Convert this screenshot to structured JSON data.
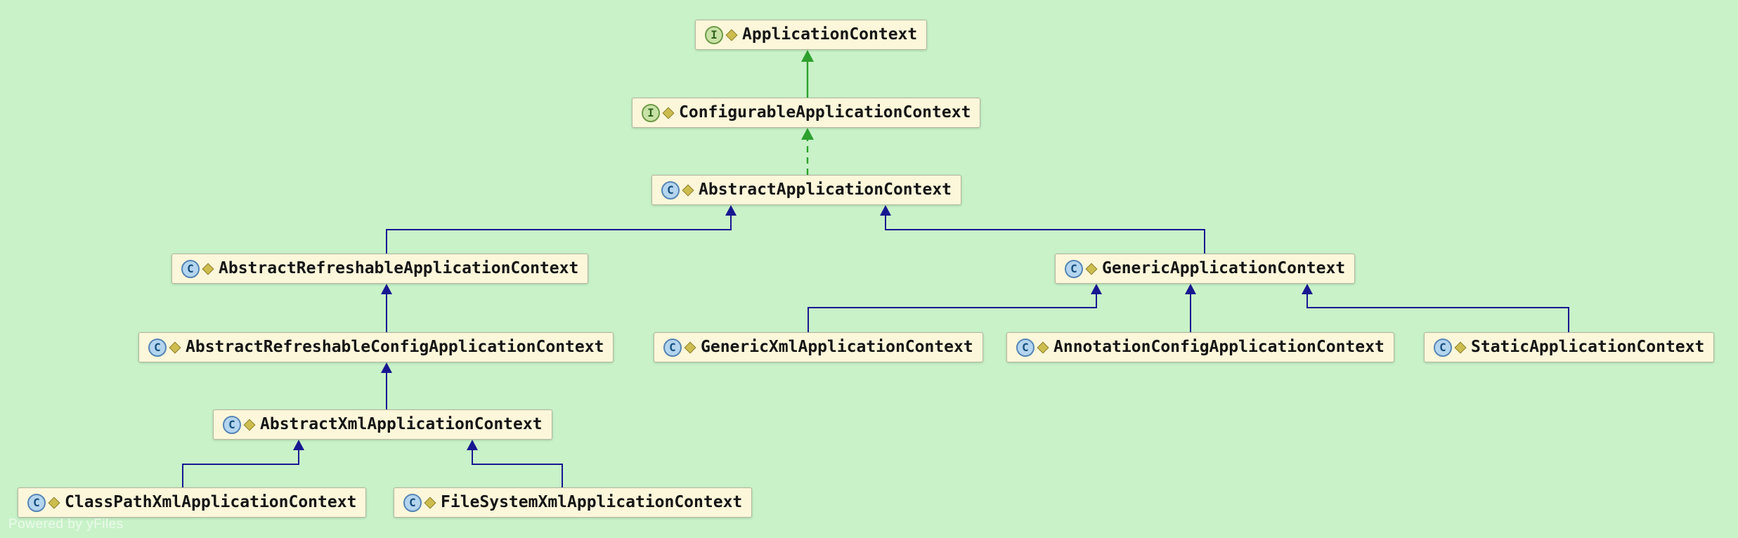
{
  "watermark": "Powered by yFiles",
  "icons": {
    "interface_letter": "I",
    "class_letter": "C"
  },
  "colors": {
    "background": "#c9f2c9",
    "node_background": "#fcf7da",
    "node_border": "#b6b6a0",
    "class_inheritance_edge": "#181890",
    "interface_inheritance_edge": "#2da02d"
  },
  "nodes": [
    {
      "label": "ApplicationContext",
      "kind": "interface"
    },
    {
      "label": "ConfigurableApplicationContext",
      "kind": "interface"
    },
    {
      "label": "AbstractApplicationContext",
      "kind": "class"
    },
    {
      "label": "AbstractRefreshableApplicationContext",
      "kind": "class"
    },
    {
      "label": "GenericApplicationContext",
      "kind": "class"
    },
    {
      "label": "AbstractRefreshableConfigApplicationContext",
      "kind": "class"
    },
    {
      "label": "GenericXmlApplicationContext",
      "kind": "class"
    },
    {
      "label": "AnnotationConfigApplicationContext",
      "kind": "class"
    },
    {
      "label": "StaticApplicationContext",
      "kind": "class"
    },
    {
      "label": "AbstractXmlApplicationContext",
      "kind": "class"
    },
    {
      "label": "ClassPathXmlApplicationContext",
      "kind": "class"
    },
    {
      "label": "FileSystemXmlApplicationContext",
      "kind": "class"
    }
  ],
  "edges": [
    {
      "from": "ConfigurableApplicationContext",
      "to": "ApplicationContext",
      "relation": "extends",
      "style": "solid-green"
    },
    {
      "from": "AbstractApplicationContext",
      "to": "ConfigurableApplicationContext",
      "relation": "implements",
      "style": "dashed-green"
    },
    {
      "from": "AbstractRefreshableApplicationContext",
      "to": "AbstractApplicationContext",
      "relation": "extends",
      "style": "solid-blue"
    },
    {
      "from": "GenericApplicationContext",
      "to": "AbstractApplicationContext",
      "relation": "extends",
      "style": "solid-blue"
    },
    {
      "from": "AbstractRefreshableConfigApplicationContext",
      "to": "AbstractRefreshableApplicationContext",
      "relation": "extends",
      "style": "solid-blue"
    },
    {
      "from": "AbstractXmlApplicationContext",
      "to": "AbstractRefreshableConfigApplicationContext",
      "relation": "extends",
      "style": "solid-blue"
    },
    {
      "from": "ClassPathXmlApplicationContext",
      "to": "AbstractXmlApplicationContext",
      "relation": "extends",
      "style": "solid-blue"
    },
    {
      "from": "FileSystemXmlApplicationContext",
      "to": "AbstractXmlApplicationContext",
      "relation": "extends",
      "style": "solid-blue"
    },
    {
      "from": "GenericXmlApplicationContext",
      "to": "GenericApplicationContext",
      "relation": "extends",
      "style": "solid-blue"
    },
    {
      "from": "AnnotationConfigApplicationContext",
      "to": "GenericApplicationContext",
      "relation": "extends",
      "style": "solid-blue"
    },
    {
      "from": "StaticApplicationContext",
      "to": "GenericApplicationContext",
      "relation": "extends",
      "style": "solid-blue"
    }
  ]
}
